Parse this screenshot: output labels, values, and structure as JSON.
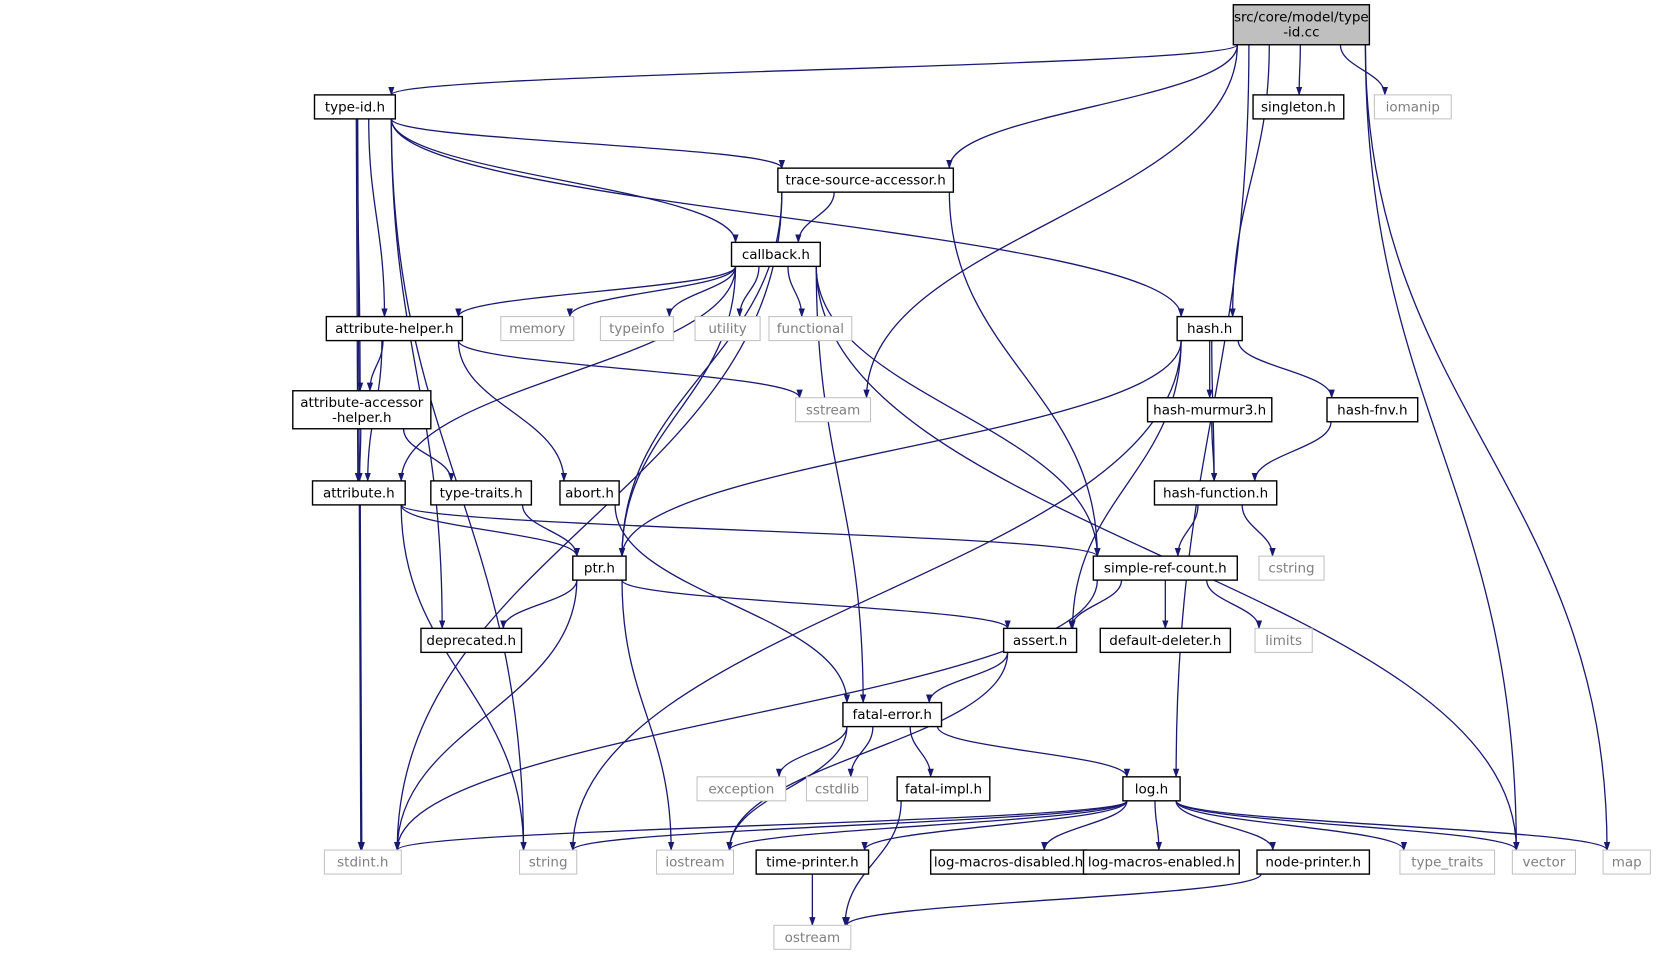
{
  "graph": {
    "colors": {
      "edge": "#191970",
      "local_border": "#000000",
      "system_border": "#bfbfbf",
      "root_fill": "#bfbfbf",
      "system_text": "#7f7f7f"
    },
    "nodes": [
      {
        "id": "root",
        "label": "src/core/model/type\n-id.cc",
        "kind": "root"
      },
      {
        "id": "type_id_h",
        "label": "type-id.h",
        "kind": "local"
      },
      {
        "id": "singleton_h",
        "label": "singleton.h",
        "kind": "local"
      },
      {
        "id": "iomanip",
        "label": "iomanip",
        "kind": "system"
      },
      {
        "id": "trace_source_accessor_h",
        "label": "trace-source-accessor.h",
        "kind": "local"
      },
      {
        "id": "callback_h",
        "label": "callback.h",
        "kind": "local"
      },
      {
        "id": "attribute_helper_h",
        "label": "attribute-helper.h",
        "kind": "local"
      },
      {
        "id": "memory",
        "label": "memory",
        "kind": "system"
      },
      {
        "id": "typeinfo",
        "label": "typeinfo",
        "kind": "system"
      },
      {
        "id": "utility",
        "label": "utility",
        "kind": "system"
      },
      {
        "id": "functional",
        "label": "functional",
        "kind": "system"
      },
      {
        "id": "hash_h",
        "label": "hash.h",
        "kind": "local"
      },
      {
        "id": "attribute_accessor_helper_h",
        "label": "attribute-accessor\n-helper.h",
        "kind": "local"
      },
      {
        "id": "sstream",
        "label": "sstream",
        "kind": "system"
      },
      {
        "id": "hash_murmur3_h",
        "label": "hash-murmur3.h",
        "kind": "local"
      },
      {
        "id": "hash_fnv_h",
        "label": "hash-fnv.h",
        "kind": "local"
      },
      {
        "id": "attribute_h",
        "label": "attribute.h",
        "kind": "local"
      },
      {
        "id": "type_traits_h",
        "label": "type-traits.h",
        "kind": "local"
      },
      {
        "id": "abort_h",
        "label": "abort.h",
        "kind": "local"
      },
      {
        "id": "hash_function_h",
        "label": "hash-function.h",
        "kind": "local"
      },
      {
        "id": "ptr_h",
        "label": "ptr.h",
        "kind": "local"
      },
      {
        "id": "simple_ref_count_h",
        "label": "simple-ref-count.h",
        "kind": "local"
      },
      {
        "id": "cstring",
        "label": "cstring",
        "kind": "system"
      },
      {
        "id": "deprecated_h",
        "label": "deprecated.h",
        "kind": "local"
      },
      {
        "id": "assert_h",
        "label": "assert.h",
        "kind": "local"
      },
      {
        "id": "default_deleter_h",
        "label": "default-deleter.h",
        "kind": "local"
      },
      {
        "id": "limits",
        "label": "limits",
        "kind": "system"
      },
      {
        "id": "fatal_error_h",
        "label": "fatal-error.h",
        "kind": "local"
      },
      {
        "id": "exception",
        "label": "exception",
        "kind": "system"
      },
      {
        "id": "cstdlib",
        "label": "cstdlib",
        "kind": "system"
      },
      {
        "id": "fatal_impl_h",
        "label": "fatal-impl.h",
        "kind": "local"
      },
      {
        "id": "log_h",
        "label": "log.h",
        "kind": "local"
      },
      {
        "id": "stdint_h",
        "label": "stdint.h",
        "kind": "system"
      },
      {
        "id": "string",
        "label": "string",
        "kind": "system"
      },
      {
        "id": "iostream",
        "label": "iostream",
        "kind": "system"
      },
      {
        "id": "time_printer_h",
        "label": "time-printer.h",
        "kind": "local"
      },
      {
        "id": "log_macros_disabled_h",
        "label": "log-macros-disabled.h",
        "kind": "local"
      },
      {
        "id": "log_macros_enabled_h",
        "label": "log-macros-enabled.h",
        "kind": "local"
      },
      {
        "id": "node_printer_h",
        "label": "node-printer.h",
        "kind": "local"
      },
      {
        "id": "type_traits",
        "label": "type_traits",
        "kind": "system"
      },
      {
        "id": "vector",
        "label": "vector",
        "kind": "system"
      },
      {
        "id": "map",
        "label": "map",
        "kind": "system"
      },
      {
        "id": "ostream",
        "label": "ostream",
        "kind": "system"
      }
    ],
    "edges": [
      [
        "root",
        "type_id_h"
      ],
      [
        "root",
        "trace_source_accessor_h"
      ],
      [
        "root",
        "singleton_h"
      ],
      [
        "root",
        "iomanip"
      ],
      [
        "root",
        "sstream"
      ],
      [
        "root",
        "hash_h"
      ],
      [
        "root",
        "log_h"
      ],
      [
        "root",
        "vector"
      ],
      [
        "root",
        "map"
      ],
      [
        "type_id_h",
        "trace_source_accessor_h"
      ],
      [
        "type_id_h",
        "callback_h"
      ],
      [
        "type_id_h",
        "attribute_helper_h"
      ],
      [
        "type_id_h",
        "attribute_accessor_helper_h"
      ],
      [
        "type_id_h",
        "attribute_h"
      ],
      [
        "type_id_h",
        "hash_h"
      ],
      [
        "type_id_h",
        "deprecated_h"
      ],
      [
        "type_id_h",
        "stdint_h"
      ],
      [
        "type_id_h",
        "string"
      ],
      [
        "trace_source_accessor_h",
        "callback_h"
      ],
      [
        "trace_source_accessor_h",
        "ptr_h"
      ],
      [
        "trace_source_accessor_h",
        "simple_ref_count_h"
      ],
      [
        "trace_source_accessor_h",
        "stdint_h"
      ],
      [
        "callback_h",
        "attribute_helper_h"
      ],
      [
        "callback_h",
        "memory"
      ],
      [
        "callback_h",
        "typeinfo"
      ],
      [
        "callback_h",
        "utility"
      ],
      [
        "callback_h",
        "functional"
      ],
      [
        "callback_h",
        "attribute_h"
      ],
      [
        "callback_h",
        "ptr_h"
      ],
      [
        "callback_h",
        "fatal_error_h"
      ],
      [
        "callback_h",
        "simple_ref_count_h"
      ],
      [
        "callback_h",
        "vector"
      ],
      [
        "attribute_helper_h",
        "attribute_accessor_helper_h"
      ],
      [
        "attribute_helper_h",
        "attribute_h"
      ],
      [
        "attribute_helper_h",
        "abort_h"
      ],
      [
        "attribute_helper_h",
        "sstream"
      ],
      [
        "attribute_accessor_helper_h",
        "attribute_h"
      ],
      [
        "attribute_accessor_helper_h",
        "type_traits_h"
      ],
      [
        "attribute_h",
        "ptr_h"
      ],
      [
        "attribute_h",
        "simple_ref_count_h"
      ],
      [
        "attribute_h",
        "stdint_h"
      ],
      [
        "attribute_h",
        "string"
      ],
      [
        "type_traits_h",
        "ptr_h"
      ],
      [
        "abort_h",
        "fatal_error_h"
      ],
      [
        "hash_h",
        "hash_murmur3_h"
      ],
      [
        "hash_h",
        "hash_fnv_h"
      ],
      [
        "hash_h",
        "hash_function_h"
      ],
      [
        "hash_h",
        "ptr_h"
      ],
      [
        "hash_h",
        "assert_h"
      ],
      [
        "hash_h",
        "string"
      ],
      [
        "hash_murmur3_h",
        "hash_function_h"
      ],
      [
        "hash_fnv_h",
        "hash_function_h"
      ],
      [
        "hash_function_h",
        "simple_ref_count_h"
      ],
      [
        "hash_function_h",
        "cstring"
      ],
      [
        "ptr_h",
        "deprecated_h"
      ],
      [
        "ptr_h",
        "assert_h"
      ],
      [
        "ptr_h",
        "stdint_h"
      ],
      [
        "ptr_h",
        "iostream"
      ],
      [
        "simple_ref_count_h",
        "assert_h"
      ],
      [
        "simple_ref_count_h",
        "default_deleter_h"
      ],
      [
        "simple_ref_count_h",
        "limits"
      ],
      [
        "simple_ref_count_h",
        "stdint_h"
      ],
      [
        "assert_h",
        "fatal_error_h"
      ],
      [
        "assert_h",
        "iostream"
      ],
      [
        "fatal_error_h",
        "exception"
      ],
      [
        "fatal_error_h",
        "cstdlib"
      ],
      [
        "fatal_error_h",
        "fatal_impl_h"
      ],
      [
        "fatal_error_h",
        "log_h"
      ],
      [
        "fatal_error_h",
        "iostream"
      ],
      [
        "fatal_impl_h",
        "ostream"
      ],
      [
        "log_h",
        "stdint_h"
      ],
      [
        "log_h",
        "string"
      ],
      [
        "log_h",
        "iostream"
      ],
      [
        "log_h",
        "time_printer_h"
      ],
      [
        "log_h",
        "log_macros_disabled_h"
      ],
      [
        "log_h",
        "log_macros_enabled_h"
      ],
      [
        "log_h",
        "node_printer_h"
      ],
      [
        "log_h",
        "type_traits"
      ],
      [
        "log_h",
        "vector"
      ],
      [
        "log_h",
        "map"
      ],
      [
        "time_printer_h",
        "ostream"
      ],
      [
        "node_printer_h",
        "ostream"
      ]
    ]
  }
}
